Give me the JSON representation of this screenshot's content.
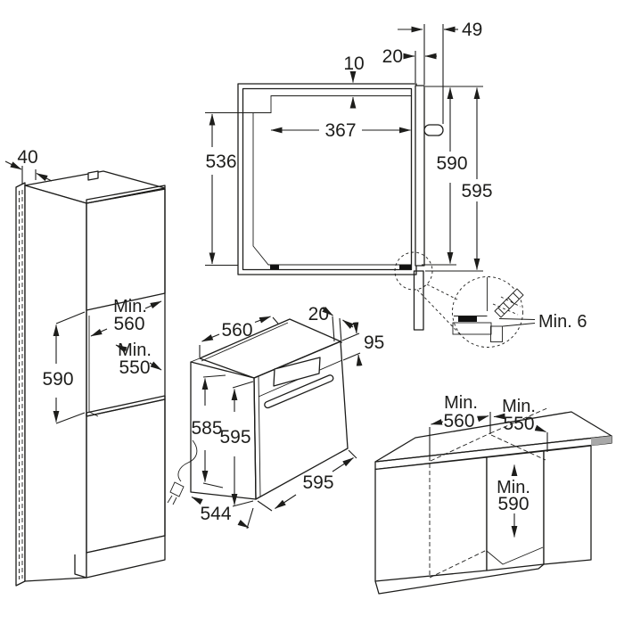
{
  "tall_cabinet": {
    "dim_40": "40",
    "min_a": "Min.",
    "dim_560": "560",
    "min_b": "Min.",
    "dim_550": "550",
    "dim_590": "590"
  },
  "side_section": {
    "dim_49": "49",
    "dim_20": "20",
    "dim_10": "10",
    "dim_367": "367",
    "dim_536": "536",
    "dim_590": "590",
    "dim_595": "595"
  },
  "detail": {
    "min_6": "Min. 6"
  },
  "oven": {
    "dim_560": "560",
    "dim_20": "20",
    "dim_95": "95",
    "dim_585": "585",
    "dim_595_height": "595",
    "dim_595_width": "595",
    "dim_544": "544"
  },
  "base_cabinet": {
    "min_a": "Min.",
    "dim_560": "560",
    "min_b": "Min.",
    "dim_550": "550",
    "min_c": "Min.",
    "dim_590": "590"
  },
  "palette": {
    "line": "#1d1d1b",
    "panel_gray": "#dcdcdc",
    "panel_edge_gray": "#ababab",
    "oven_front_gray": "#d6d6d6",
    "door_slab_gray": "#efefef",
    "section_band_gray": "#d9d9d9",
    "below_bar_gray": "#c6c6c6",
    "counter_gray": "#b7b7b7",
    "counter_edge_gray": "#cfcfcf",
    "counter_cap_gray": "#a8a8a8",
    "detail_slab_gray": "#d9d9d9",
    "detail_bar_gray": "#b5b5b5",
    "seal_black": "#111111",
    "background": "#ffffff"
  }
}
